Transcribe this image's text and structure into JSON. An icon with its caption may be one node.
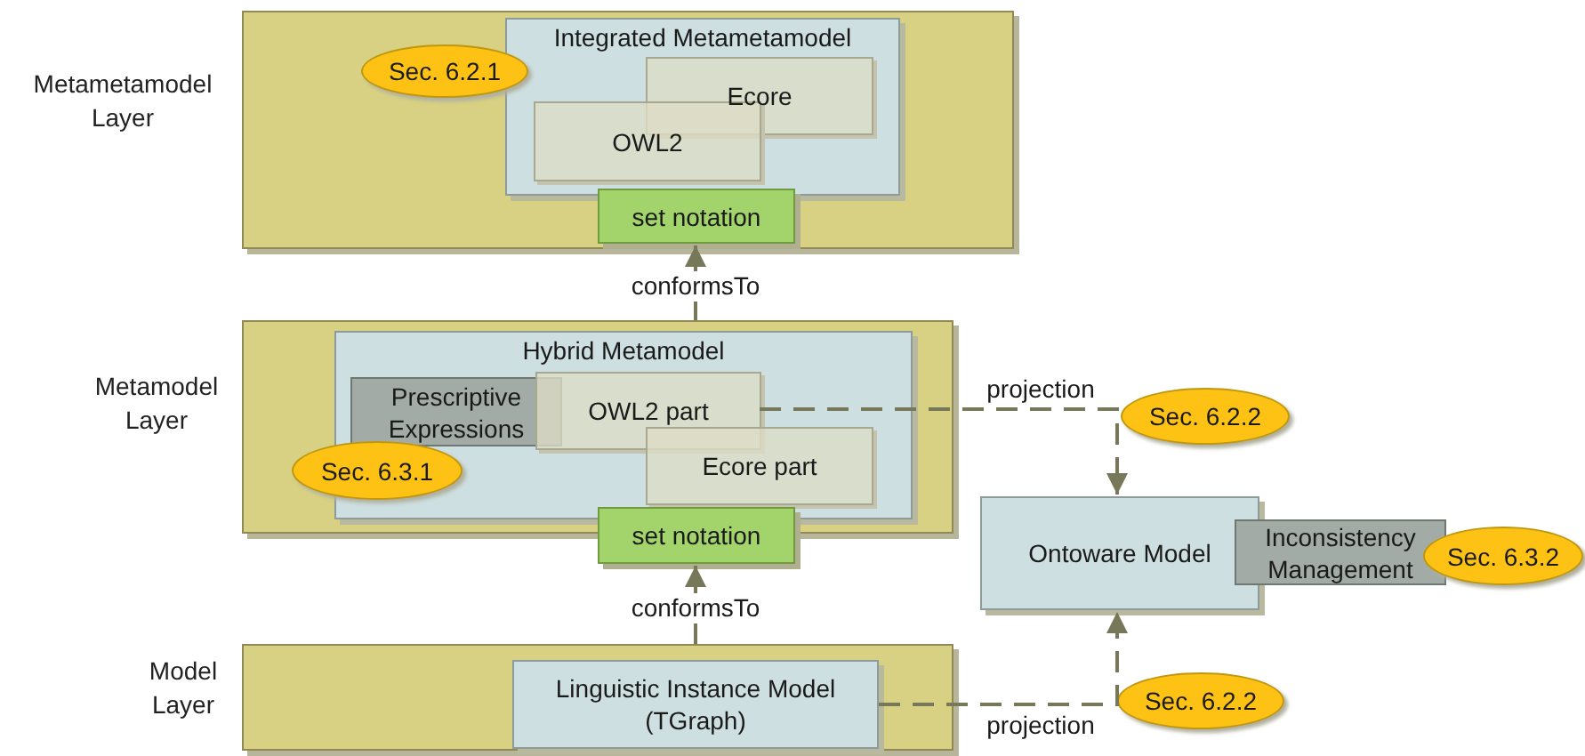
{
  "diagram": {
    "nodes": [
      {
        "text": [
          "Metametamodel Layer"
        ]
      },
      {
        "text": [
          "Integrated Metametamodel"
        ],
        "in": 0
      },
      {
        "text": [
          "Ecore"
        ],
        "in": 1
      },
      {
        "text": [
          "OWL2"
        ],
        "in": 1
      },
      {
        "text": [
          "set notation"
        ],
        "in": 0
      },
      {
        "text": [
          "Sec. 6.2.1"
        ],
        "in": 0
      },
      {
        "text": [
          "Metamodel Layer"
        ]
      },
      {
        "text": [
          "Hybrid Metamodel"
        ],
        "in": 6
      },
      {
        "text": [
          "Prescriptive Expressions"
        ],
        "in": 7
      },
      {
        "text": [
          "OWL2 part"
        ],
        "in": 7
      },
      {
        "text": [
          "Ecore part"
        ],
        "in": 7
      },
      {
        "text": [
          "Sec. 6.3.1"
        ],
        "in": 6
      },
      {
        "text": [
          "set notation"
        ]
      },
      {
        "text": [
          "Model Layer"
        ]
      },
      {
        "text": [
          "Linguistic Instance Model (TGraph)"
        ],
        "in": 13
      },
      {
        "text": [
          "Ontoware Model"
        ]
      },
      {
        "text": [
          "Inconsistency Management"
        ]
      },
      {
        "text": [
          "Sec. 6.3.2"
        ]
      },
      {
        "text": [
          "Sec. 6.2.2"
        ]
      },
      {
        "text": [
          "Sec. 6.2.2"
        ]
      }
    ],
    "edges": [
      {
        "from": 6,
        "to": 4,
        "arrow": "to",
        "label": "conformsTo"
      },
      {
        "from": 13,
        "to": 12,
        "arrow": "to",
        "label": "conformsTo"
      },
      {
        "from": 9,
        "to": 15,
        "arrow": "to",
        "label": "projection",
        "style": "dashed"
      },
      {
        "from": 14,
        "to": 15,
        "arrow": "to",
        "label": "projection",
        "style": "dashed"
      }
    ]
  }
}
